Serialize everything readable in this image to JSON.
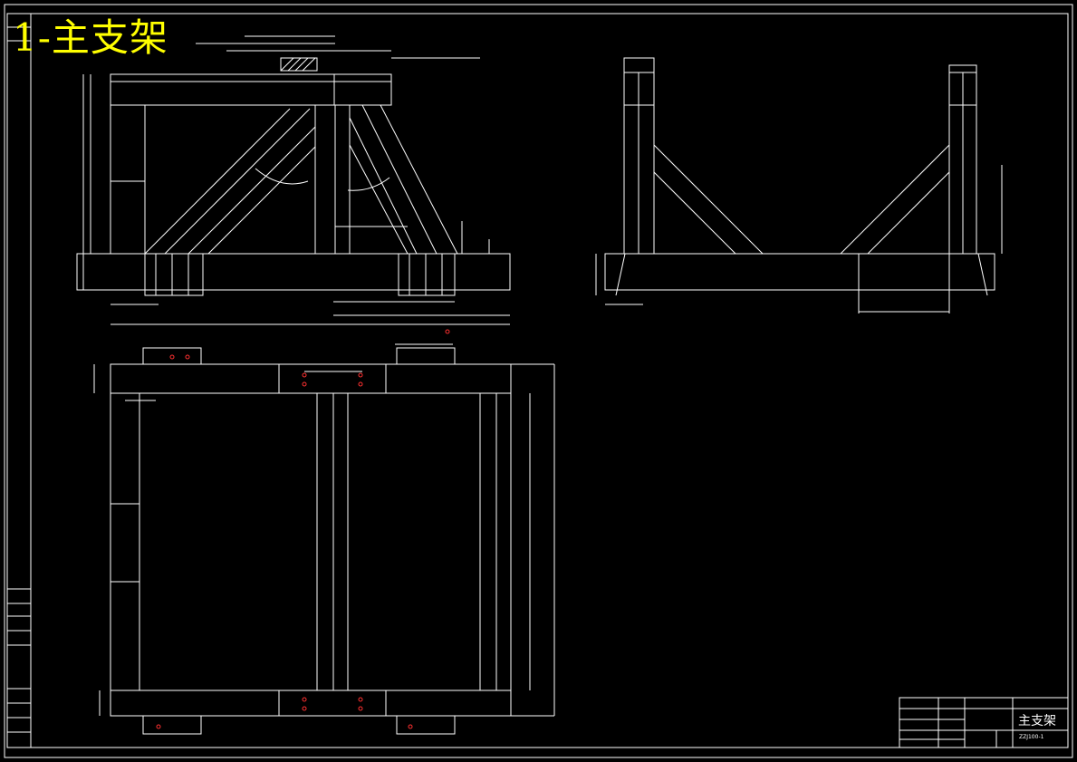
{
  "drawing": {
    "title": "1-主支架",
    "title_color": "#ffff00",
    "line_color": "#ffffff",
    "accent_color": "#ff3030",
    "background": "#000000"
  },
  "title_block": {
    "part_name": "主支架",
    "drawing_code": "ZZJ100-1"
  }
}
